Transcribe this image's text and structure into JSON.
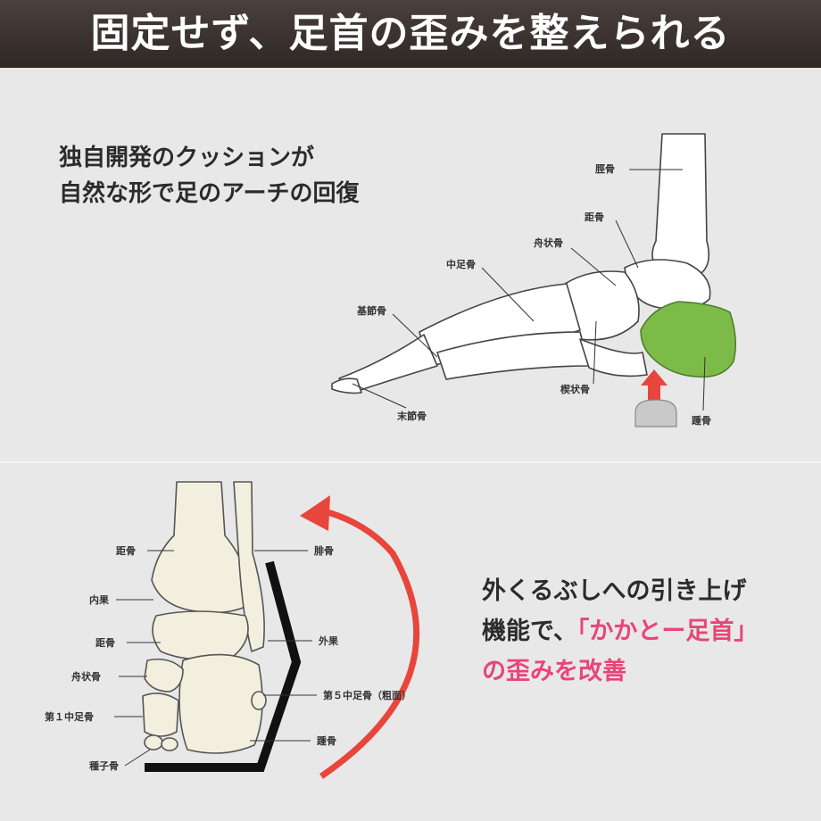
{
  "header": {
    "title": "固定せず、足首の歪みを整えられる"
  },
  "top_caption": {
    "line1": "独自開発のクッションが",
    "line2": "自然な形で足のアーチの回復"
  },
  "top_labels": {
    "keikotsu": "脛骨",
    "kyokotsu": "距骨",
    "shujokotsu": "舟状骨",
    "chusokotsu": "中足骨",
    "kisetsukotsu": "基節骨",
    "ketsujokotsu": "楔状骨",
    "massetsukotsu": "末節骨",
    "shokotsu": "踵骨"
  },
  "bottom_labels": {
    "kyokotsu": "距骨",
    "keikotsu": "腓骨",
    "naika": "内果",
    "kyokotsu2": "距骨",
    "gaika": "外果",
    "shujokotsu": "舟状骨",
    "dai5": "第５中足骨（粗面）",
    "dai1": "第１中足骨",
    "shokotsu": "踵骨",
    "shushikotsu": "種子骨"
  },
  "bottom_caption": {
    "line1": "外くるぶしへの引き上げ",
    "line2_prefix": "機能で、",
    "line2_highlight": "「かかとー足首」",
    "line3": "の歪みを改善"
  },
  "colors": {
    "header": "#3a322f",
    "cushion": "#7dbb48",
    "arrow": "#e8453c",
    "highlight": "#e8457a"
  }
}
